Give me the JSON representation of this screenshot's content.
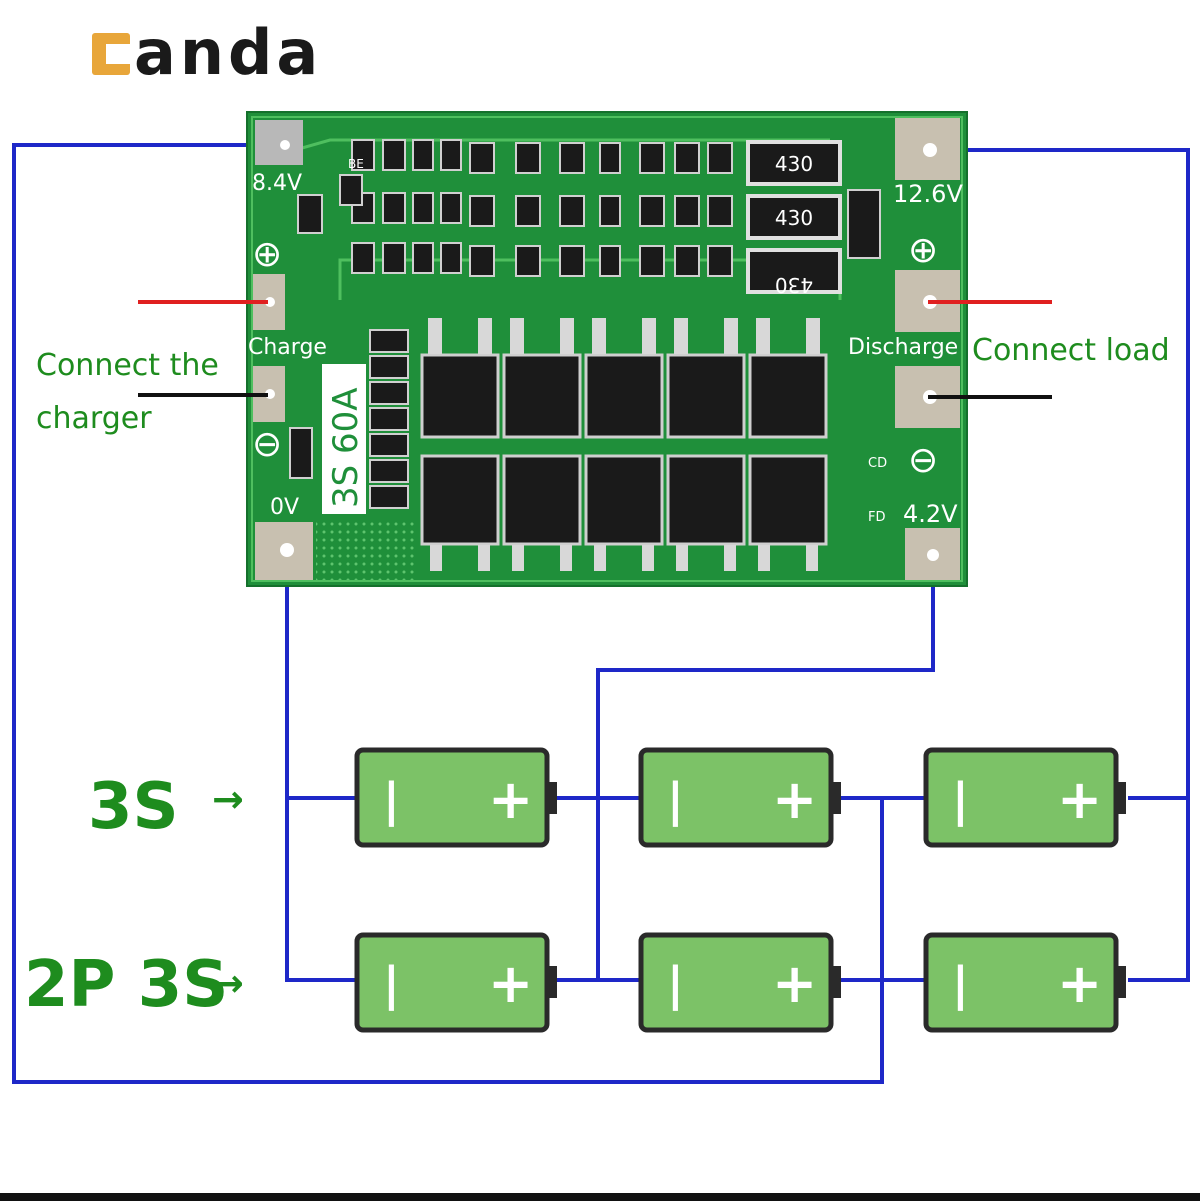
{
  "brand": {
    "logo_first_letter": "c",
    "logo_rest": "anda",
    "accent_color": "#e8a63a",
    "text_color": "#1a1a1a"
  },
  "board": {
    "model_text": "3S 60A",
    "pad_8v4": "8.4V",
    "pad_12v6": "12.6V",
    "pad_0v": "0V",
    "pad_4v2": "4.2V",
    "charge_label": "Charge",
    "discharge_label": "Discharge",
    "resistor_labels": [
      "430",
      "430",
      "430"
    ],
    "cd_label": "CD",
    "fd_label": "FD",
    "be_label": "BE",
    "plus_symbol": "⊕",
    "minus_symbol": "⊖"
  },
  "labels": {
    "connect_charger_line1": "Connect the",
    "connect_charger_line2": "charger",
    "connect_load": "Connect load"
  },
  "rows": {
    "series": {
      "label": "3S",
      "arrow": "→"
    },
    "parallel": {
      "label": "2P 3S",
      "arrow": "→"
    }
  },
  "battery": {
    "neg_symbol": "|",
    "pos_symbol": "+"
  },
  "colors": {
    "wire": "#1e28c8",
    "pcb": "#1f8f3a",
    "battery_fill": "#7cc267",
    "positive_lead": "#e02020",
    "negative_lead": "#111111",
    "label_green": "#1e8c1e"
  }
}
